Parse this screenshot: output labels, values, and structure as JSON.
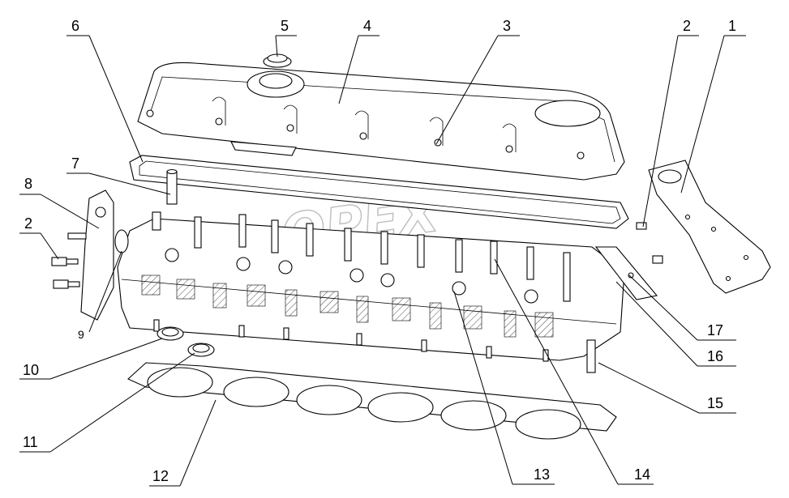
{
  "watermark": "OPEX",
  "callouts": [
    {
      "id": "1",
      "label": "1"
    },
    {
      "id": "2a",
      "label": "2"
    },
    {
      "id": "3",
      "label": "3"
    },
    {
      "id": "4",
      "label": "4"
    },
    {
      "id": "5",
      "label": "5"
    },
    {
      "id": "6",
      "label": "6"
    },
    {
      "id": "7",
      "label": "7"
    },
    {
      "id": "8",
      "label": "8"
    },
    {
      "id": "2b",
      "label": "2"
    },
    {
      "id": "9",
      "label": "9"
    },
    {
      "id": "10",
      "label": "10"
    },
    {
      "id": "11",
      "label": "11"
    },
    {
      "id": "12",
      "label": "12"
    },
    {
      "id": "13",
      "label": "13"
    },
    {
      "id": "14",
      "label": "14"
    },
    {
      "id": "15",
      "label": "15"
    },
    {
      "id": "16",
      "label": "16"
    },
    {
      "id": "17",
      "label": "17"
    }
  ]
}
